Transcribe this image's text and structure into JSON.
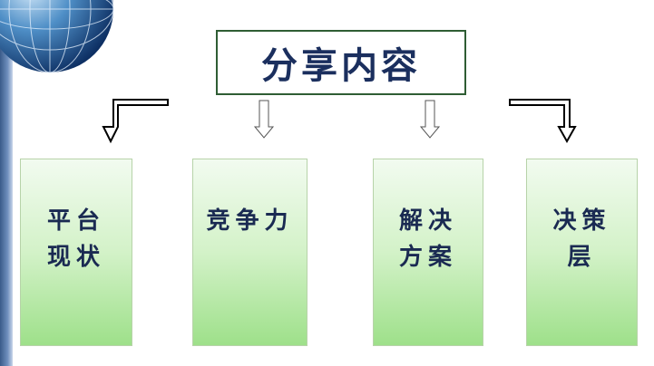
{
  "title": "分享内容",
  "cards": [
    {
      "lines": [
        "平台",
        "现状"
      ]
    },
    {
      "lines": [
        "竞争力"
      ]
    },
    {
      "lines": [
        "解决",
        "方案"
      ]
    },
    {
      "lines": [
        "决策",
        "层"
      ]
    }
  ],
  "colors": {
    "title_text": "#1b2f5e",
    "title_border": "#2f5d34",
    "card_text": "#1a2a52",
    "card_gradient_top": "#f2fbf0",
    "card_gradient_bottom": "#9ee08a",
    "strip": "#3a5b8a"
  }
}
